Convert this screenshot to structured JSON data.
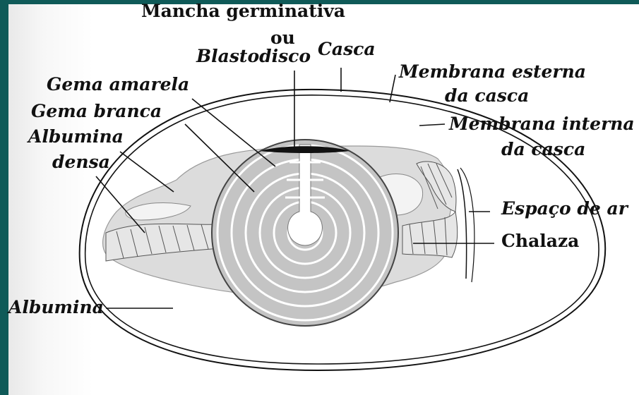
{
  "colors": {
    "background": "#0f5a58",
    "paper": "#ffffff",
    "albumen_dense": "#d9d9d9",
    "yolk_ring": "#bdbdbd",
    "line": "#111111"
  },
  "labels": {
    "germinal_spot": "Mancha germinativa",
    "or": "ou",
    "blastodisc": "Blastodisco",
    "shell": "Casca",
    "outer_membrane_1": "Membrana esterna",
    "outer_membrane_2": "da casca",
    "inner_membrane_1": "Membrana interna",
    "inner_membrane_2": "da casca",
    "yellow_yolk": "Gema amarela",
    "white_yolk": "Gema branca",
    "dense_albumen_1": "Albumina",
    "dense_albumen_2": "densa",
    "air_space": "Espaço de ar",
    "chalaza": "Chalaza",
    "albumen": "Albumina"
  }
}
